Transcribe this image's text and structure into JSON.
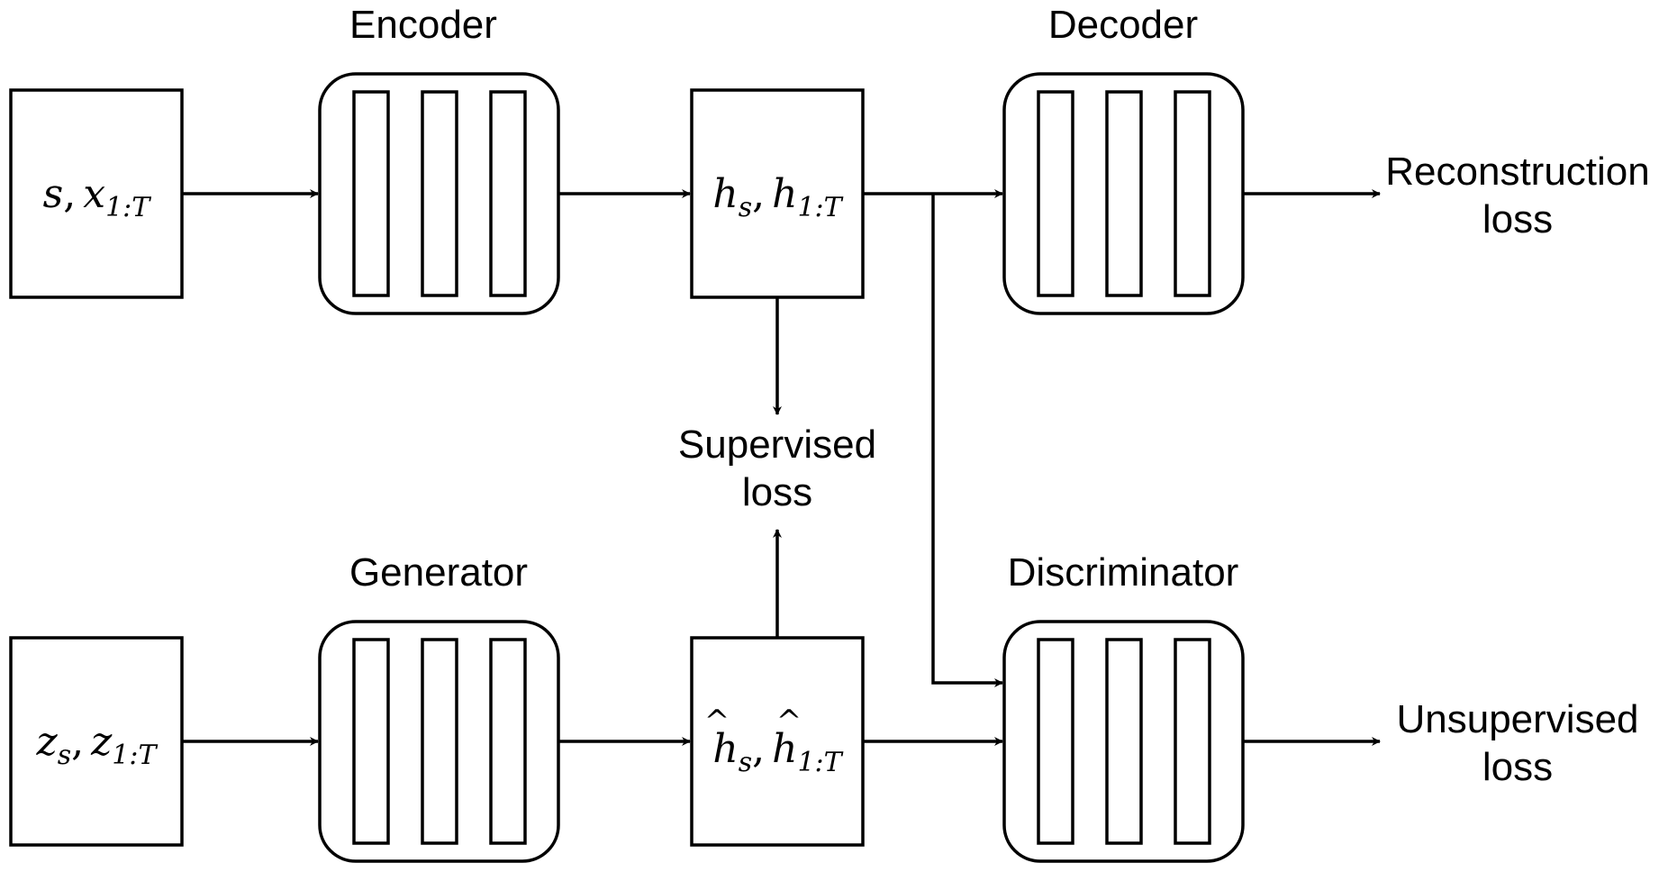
{
  "nodes": {
    "encoder": {
      "title": "Encoder"
    },
    "decoder": {
      "title": "Decoder"
    },
    "generator": {
      "title": "Generator"
    },
    "discriminator": {
      "title": "Discriminator"
    }
  },
  "inputs": {
    "real": {
      "symbol_a": "s",
      "symbol_b": "x",
      "subscript": "1:T"
    },
    "noise": {
      "symbol_a": "z",
      "sub_a": "s",
      "symbol_b": "z",
      "subscript": "1:T"
    }
  },
  "latents": {
    "real": {
      "symbol_a": "h",
      "sub_a": "s",
      "symbol_b": "h",
      "subscript": "1:T"
    },
    "generated": {
      "symbol_a": "h",
      "sub_a": "s",
      "symbol_b": "h",
      "subscript": "1:T",
      "hat": "^"
    }
  },
  "outputs": {
    "reconstruction": {
      "line1": "Reconstruction",
      "line2": "loss"
    },
    "supervised": {
      "line1": "Supervised",
      "line2": "loss"
    },
    "unsupervised": {
      "line1": "Unsupervised",
      "line2": "loss"
    }
  },
  "separator": ","
}
